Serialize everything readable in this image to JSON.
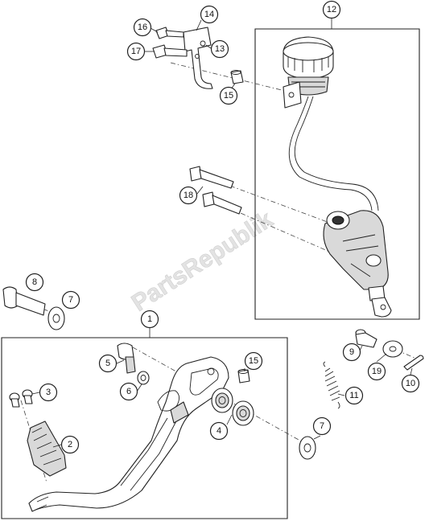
{
  "watermark": "PartsRepublik",
  "callouts": [
    "1",
    "2",
    "3",
    "4",
    "5",
    "6",
    "7",
    "7",
    "8",
    "9",
    "10",
    "11",
    "12",
    "13",
    "14",
    "15",
    "15",
    "16",
    "17",
    "18",
    "19"
  ]
}
